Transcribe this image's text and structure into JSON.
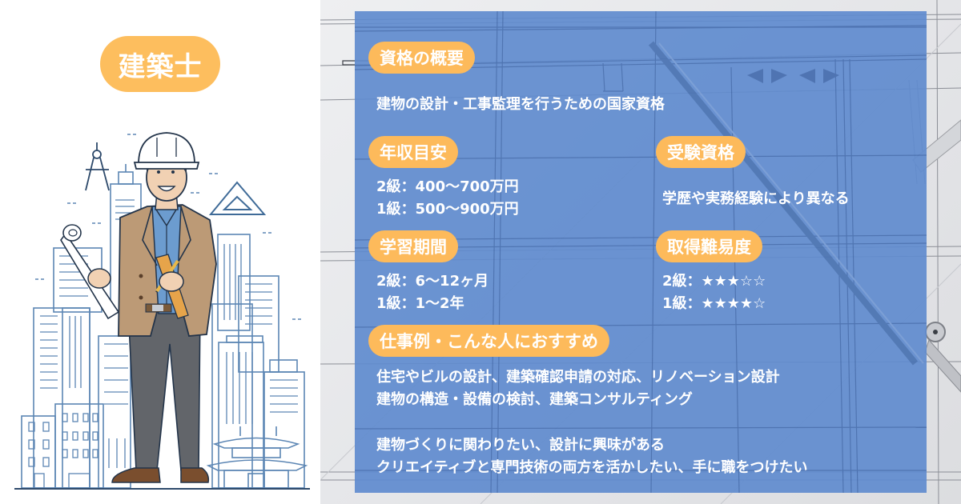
{
  "title": "建築士",
  "illustration": {
    "description": "architect-in-hard-hat-with-blueprint-and-city-skyline"
  },
  "sections": {
    "overview": {
      "heading": "資格の概要",
      "body": "建物の設計・工事監理を行うための国家資格"
    },
    "salary": {
      "heading": "年収目安",
      "lines": [
        "2級：400〜700万円",
        "1級：500〜900万円"
      ]
    },
    "eligibility": {
      "heading": "受験資格",
      "body": "学歴や実務経験により異なる"
    },
    "study_period": {
      "heading": "学習期間",
      "lines": [
        "2級：6〜12ヶ月",
        "1級：1〜2年"
      ]
    },
    "difficulty": {
      "heading": "取得難易度",
      "lines": [
        "2級：★★★☆☆",
        "1級：★★★★☆"
      ]
    },
    "jobs": {
      "heading": "仕事例・こんな人におすすめ",
      "examples": [
        "住宅やビルの設計、建築確認申請の対応、リノベーション設計",
        "建物の構造・設備の検討、建築コンサルティング"
      ],
      "recommended": [
        "建物づくりに関わりたい、設計に興味がある",
        "クリエイティブと専門技術の両方を活かしたい、手に職をつけたい"
      ]
    }
  },
  "colors": {
    "accent_orange": "#FDBA5B",
    "panel_blue": "#5F8BCE",
    "text_white": "#FFFFFF",
    "line_art_blue": "#4A78A8"
  }
}
